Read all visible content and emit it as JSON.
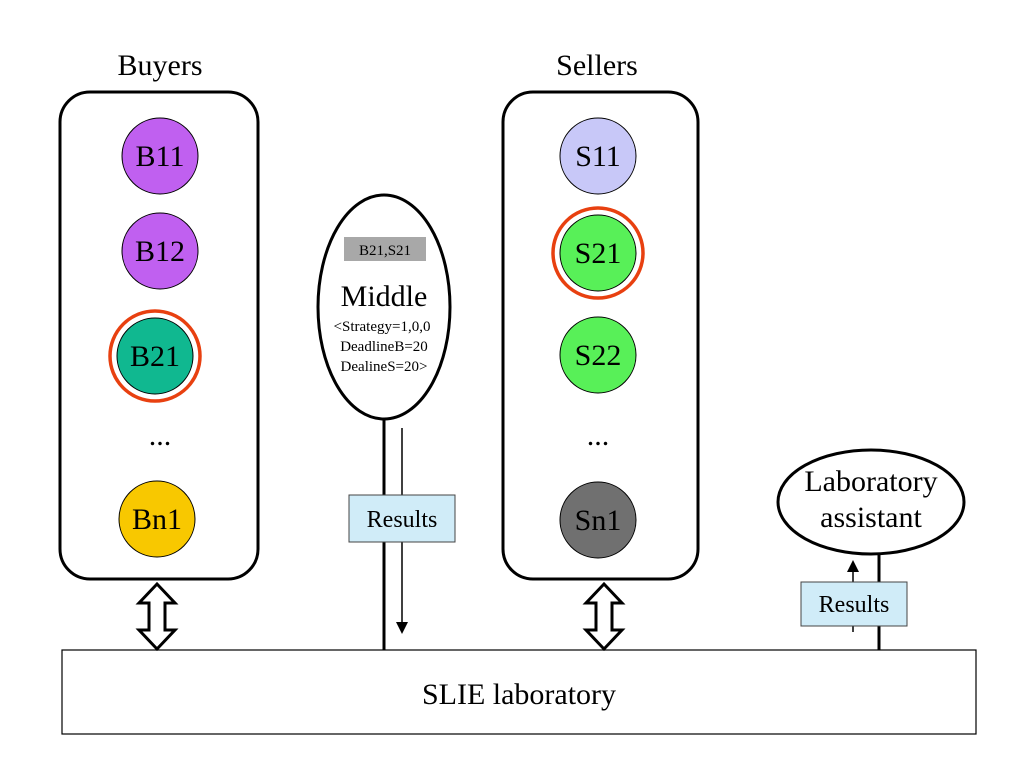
{
  "buyers": {
    "title": "Buyers",
    "nodes": [
      {
        "label": "B11",
        "color": "#c060f0",
        "highlight": false
      },
      {
        "label": "B12",
        "color": "#c060f0",
        "highlight": false
      },
      {
        "label": "B21",
        "color": "#10b890",
        "highlight": true
      },
      {
        "label": "Bn1",
        "color": "#f8c800",
        "highlight": false
      }
    ],
    "ellipsis": "..."
  },
  "sellers": {
    "title": "Sellers",
    "nodes": [
      {
        "label": "S11",
        "color": "#c8c8f8",
        "highlight": false
      },
      {
        "label": "S21",
        "color": "#58f058",
        "highlight": true
      },
      {
        "label": "S22",
        "color": "#58f058",
        "highlight": false
      },
      {
        "label": "Sn1",
        "color": "#707070",
        "highlight": false
      }
    ],
    "ellipsis": "..."
  },
  "middle": {
    "pair_tag": "B21,S21",
    "title": "Middle",
    "params": [
      "<Strategy=1,0,0",
      "DeadlineB=20",
      "DealineS=20>"
    ],
    "results_label": "Results"
  },
  "assistant": {
    "label_line1": "Laboratory",
    "label_line2": "assistant",
    "results_label": "Results"
  },
  "laboratory": {
    "label": "SLIE laboratory"
  },
  "colors": {
    "highlight_ring": "#e84010",
    "results_box": "#d0ecf8",
    "tag_box": "#a8a8a8"
  }
}
